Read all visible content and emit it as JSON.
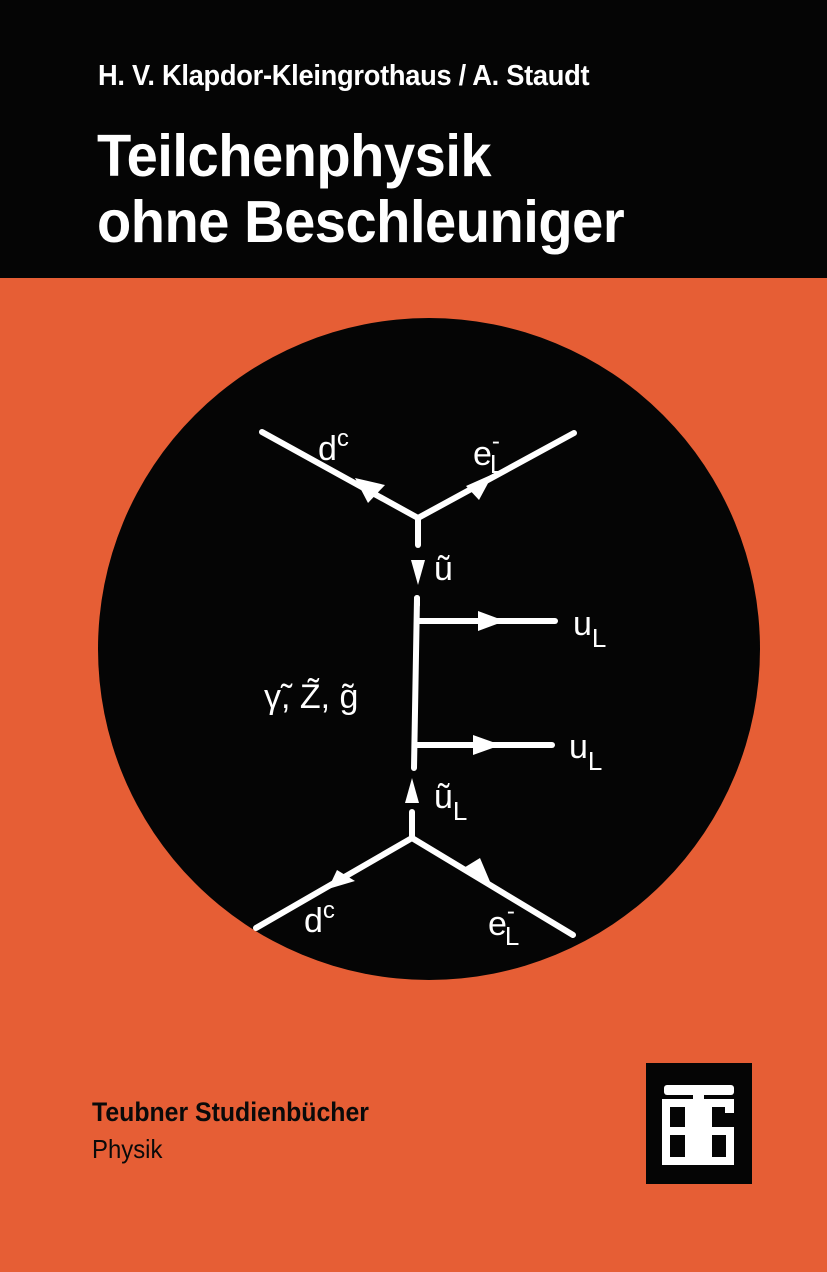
{
  "cover": {
    "authors": "H. V. Klapdor-Kleingrothaus / A. Staudt",
    "title_line1": "Teilchenphysik",
    "title_line2": "ohne Beschleuniger",
    "series": "Teubner Studienbücher",
    "subject": "Physik",
    "publisher_logo": "teubner-TG-logo"
  },
  "diagram": {
    "top_left_label": "d",
    "top_left_sup": "c",
    "top_right_label": "e",
    "top_right_sup": "-",
    "top_right_sub": "L",
    "top_prop_label": "ũ",
    "exchange_label": "γ̃, Z̃, g̃",
    "out1_label": "u",
    "out1_sub": "L",
    "out2_label": "u",
    "out2_sub": "L",
    "bottom_prop_label": "ũ",
    "bottom_prop_sub": "L",
    "bottom_left_label": "d",
    "bottom_left_sup": "c",
    "bottom_right_label": "e",
    "bottom_right_sup": "-",
    "bottom_right_sub": "L"
  },
  "colors": {
    "background": "#e65e35",
    "band": "#050505",
    "text_light": "#ffffff",
    "text_dark": "#0a0a0a"
  }
}
